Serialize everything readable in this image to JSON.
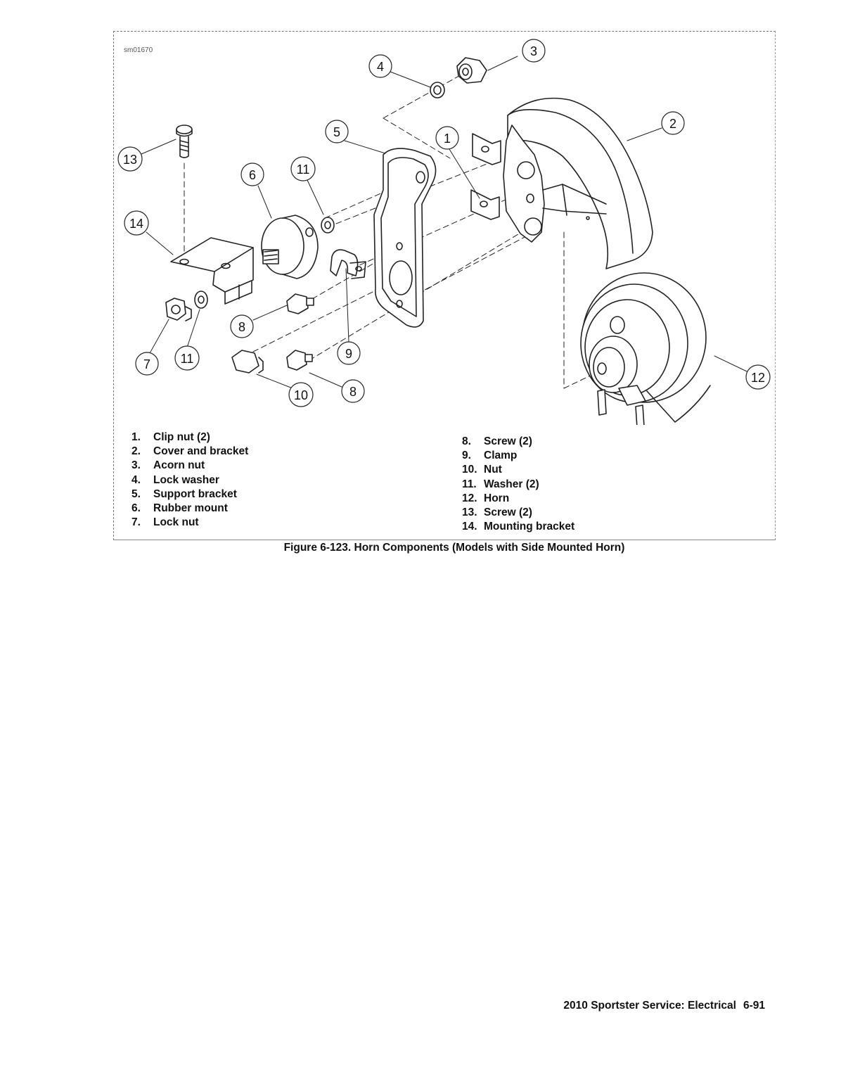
{
  "figure": {
    "id_label": "sm01670",
    "callouts": [
      "1",
      "2",
      "3",
      "4",
      "5",
      "6",
      "7",
      "8",
      "9",
      "10",
      "11",
      "12",
      "13",
      "14"
    ],
    "legend_left": [
      {
        "num": "1.",
        "text": "Clip nut (2)"
      },
      {
        "num": "2.",
        "text": "Cover and bracket"
      },
      {
        "num": "3.",
        "text": "Acorn nut"
      },
      {
        "num": "4.",
        "text": "Lock washer"
      },
      {
        "num": "5.",
        "text": "Support bracket"
      },
      {
        "num": "6.",
        "text": "Rubber mount"
      },
      {
        "num": "7.",
        "text": "Lock nut"
      }
    ],
    "legend_right": [
      {
        "num": "8.",
        "text": "Screw (2)"
      },
      {
        "num": "9.",
        "text": "Clamp"
      },
      {
        "num": "10.",
        "text": "Nut"
      },
      {
        "num": "11.",
        "text": "Washer (2)"
      },
      {
        "num": "12.",
        "text": "Horn"
      },
      {
        "num": "13.",
        "text": "Screw (2)"
      },
      {
        "num": "14.",
        "text": "Mounting bracket"
      }
    ],
    "caption": "Figure 6-123. Horn Components (Models with Side Mounted Horn)"
  },
  "footer": {
    "title": "2010 Sportster Service: Electrical",
    "page": "6-91"
  }
}
